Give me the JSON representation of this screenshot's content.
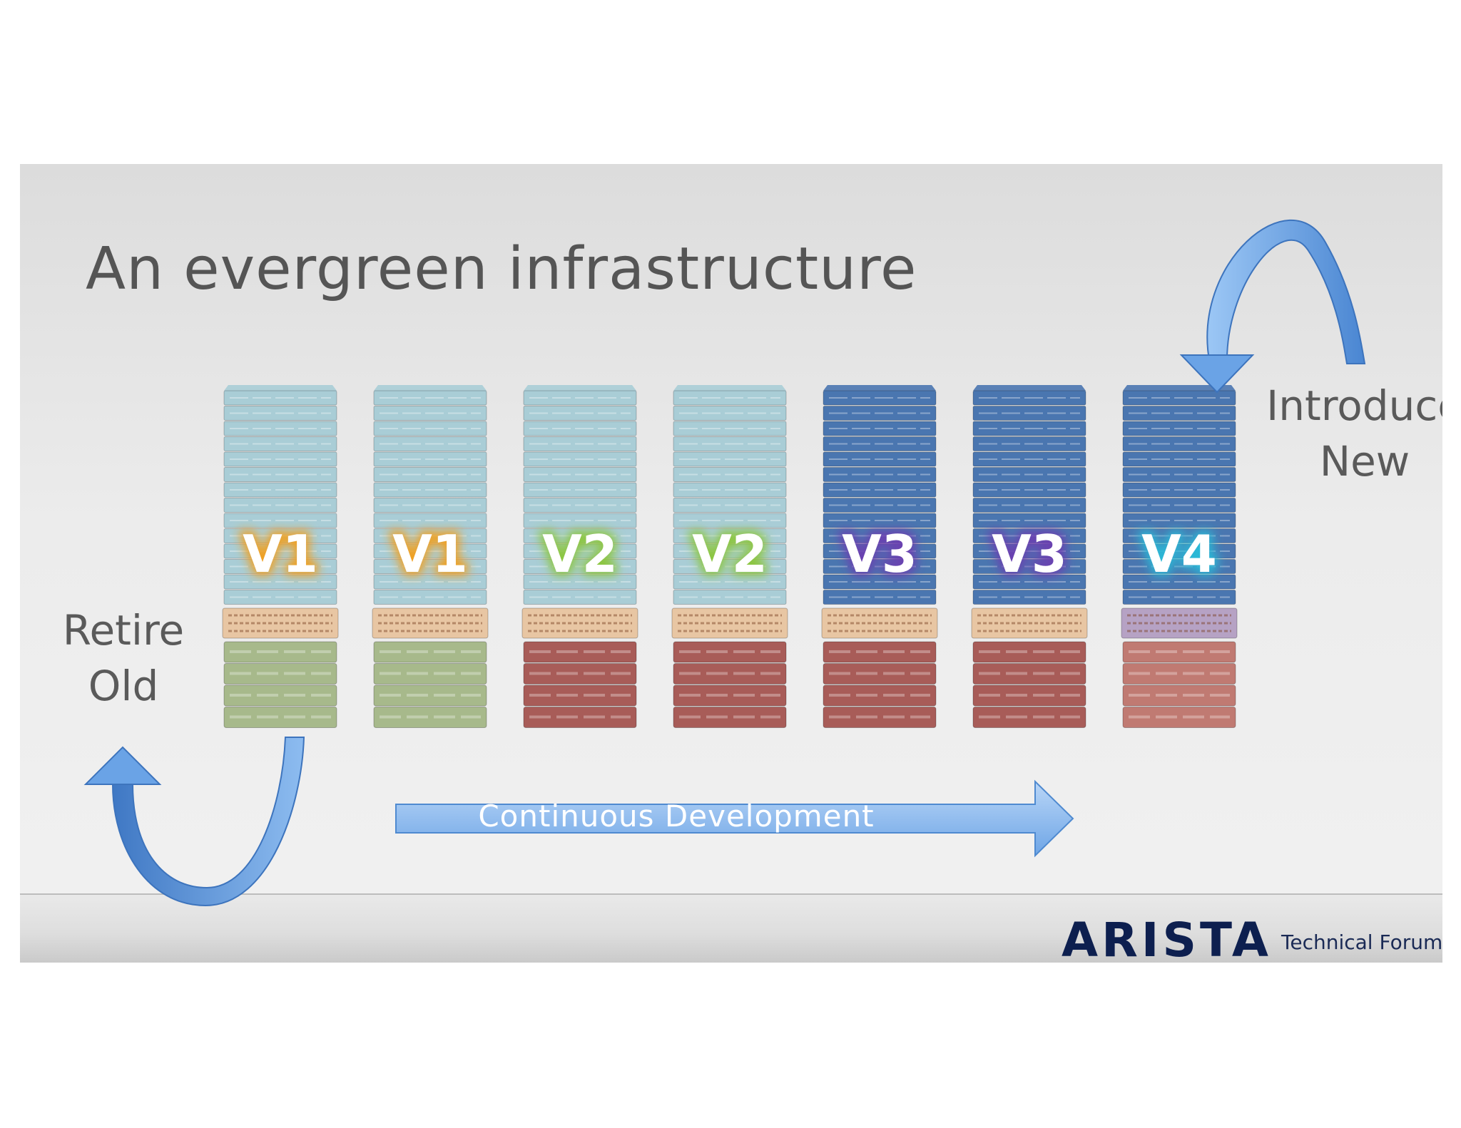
{
  "title": "An evergreen  infrastructure",
  "retire_label": "Retire\nOld",
  "introduce_label": "Introduce\nNew",
  "flow_label": "Continuous  Development",
  "brand": {
    "name": "ARISTA",
    "tagline": "Technical Forum"
  },
  "racks": [
    {
      "version": "V1",
      "top_color": "#a9cdd6",
      "mid_color": "#e8c6a3",
      "bottom_color": "#a7b98b",
      "glow": "#f0a020"
    },
    {
      "version": "V1",
      "top_color": "#a9cdd6",
      "mid_color": "#e8c6a3",
      "bottom_color": "#a7b98b",
      "glow": "#f0a020"
    },
    {
      "version": "V2",
      "top_color": "#a9cdd6",
      "mid_color": "#e8c6a3",
      "bottom_color": "#a85c58",
      "glow": "#8cc63f"
    },
    {
      "version": "V2",
      "top_color": "#a9cdd6",
      "mid_color": "#e8c6a3",
      "bottom_color": "#a85c58",
      "glow": "#8cc63f"
    },
    {
      "version": "V3",
      "top_color": "#4a76b0",
      "mid_color": "#e8c6a3",
      "bottom_color": "#a85c58",
      "glow": "#6a3fb0"
    },
    {
      "version": "V3",
      "top_color": "#4a76b0",
      "mid_color": "#e8c6a3",
      "bottom_color": "#a85c58",
      "glow": "#6a3fb0"
    },
    {
      "version": "V4",
      "top_color": "#4a76b0",
      "mid_color": "#b6a2c4",
      "bottom_color": "#c07a72",
      "glow": "#2bb8d6"
    }
  ]
}
